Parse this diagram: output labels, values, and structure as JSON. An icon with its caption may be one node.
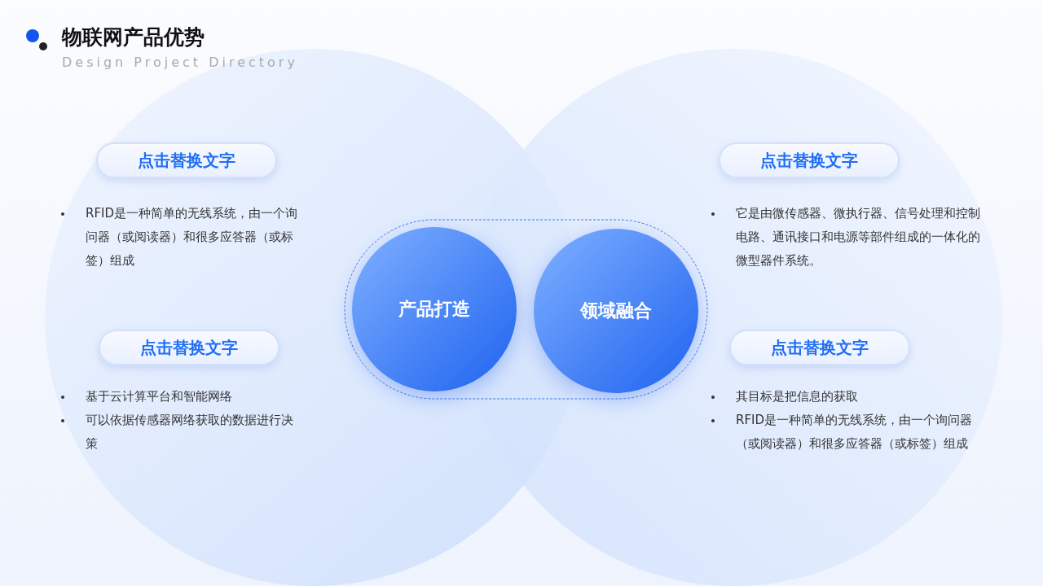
{
  "diagram": {
    "title": "物联网产品优势",
    "nodes": [
      {
        "text": [
          "点击替换文字"
        ],
        "beside": [
          "RFID是一种简单的无线系统，由一个询问器（或阅读器）和很多应答器（或标签）组成"
        ]
      },
      {
        "text": [
          "点击替换文字"
        ],
        "beside": [
          "基于云计算平台和智能网络",
          "可以依据传感器网络获取的数据进行决策"
        ]
      },
      {
        "text": [
          "点击替换文字"
        ],
        "beside": [
          "它是由微传感器、微执行器、信号处理和控制电路、通讯接口和电源等部件组成的一体化的微型器件系统。"
        ]
      },
      {
        "text": [
          "点击替换文字"
        ],
        "beside": [
          "其目标是把信息的获取",
          "RFID是一种简单的无线系统，由一个询问器（或阅读器）和很多应答器（或标签）组成"
        ]
      },
      {
        "text": [
          "产品打造"
        ]
      },
      {
        "text": [
          "领域融合"
        ]
      }
    ],
    "labels": [
      "Design Project Directory"
    ]
  }
}
